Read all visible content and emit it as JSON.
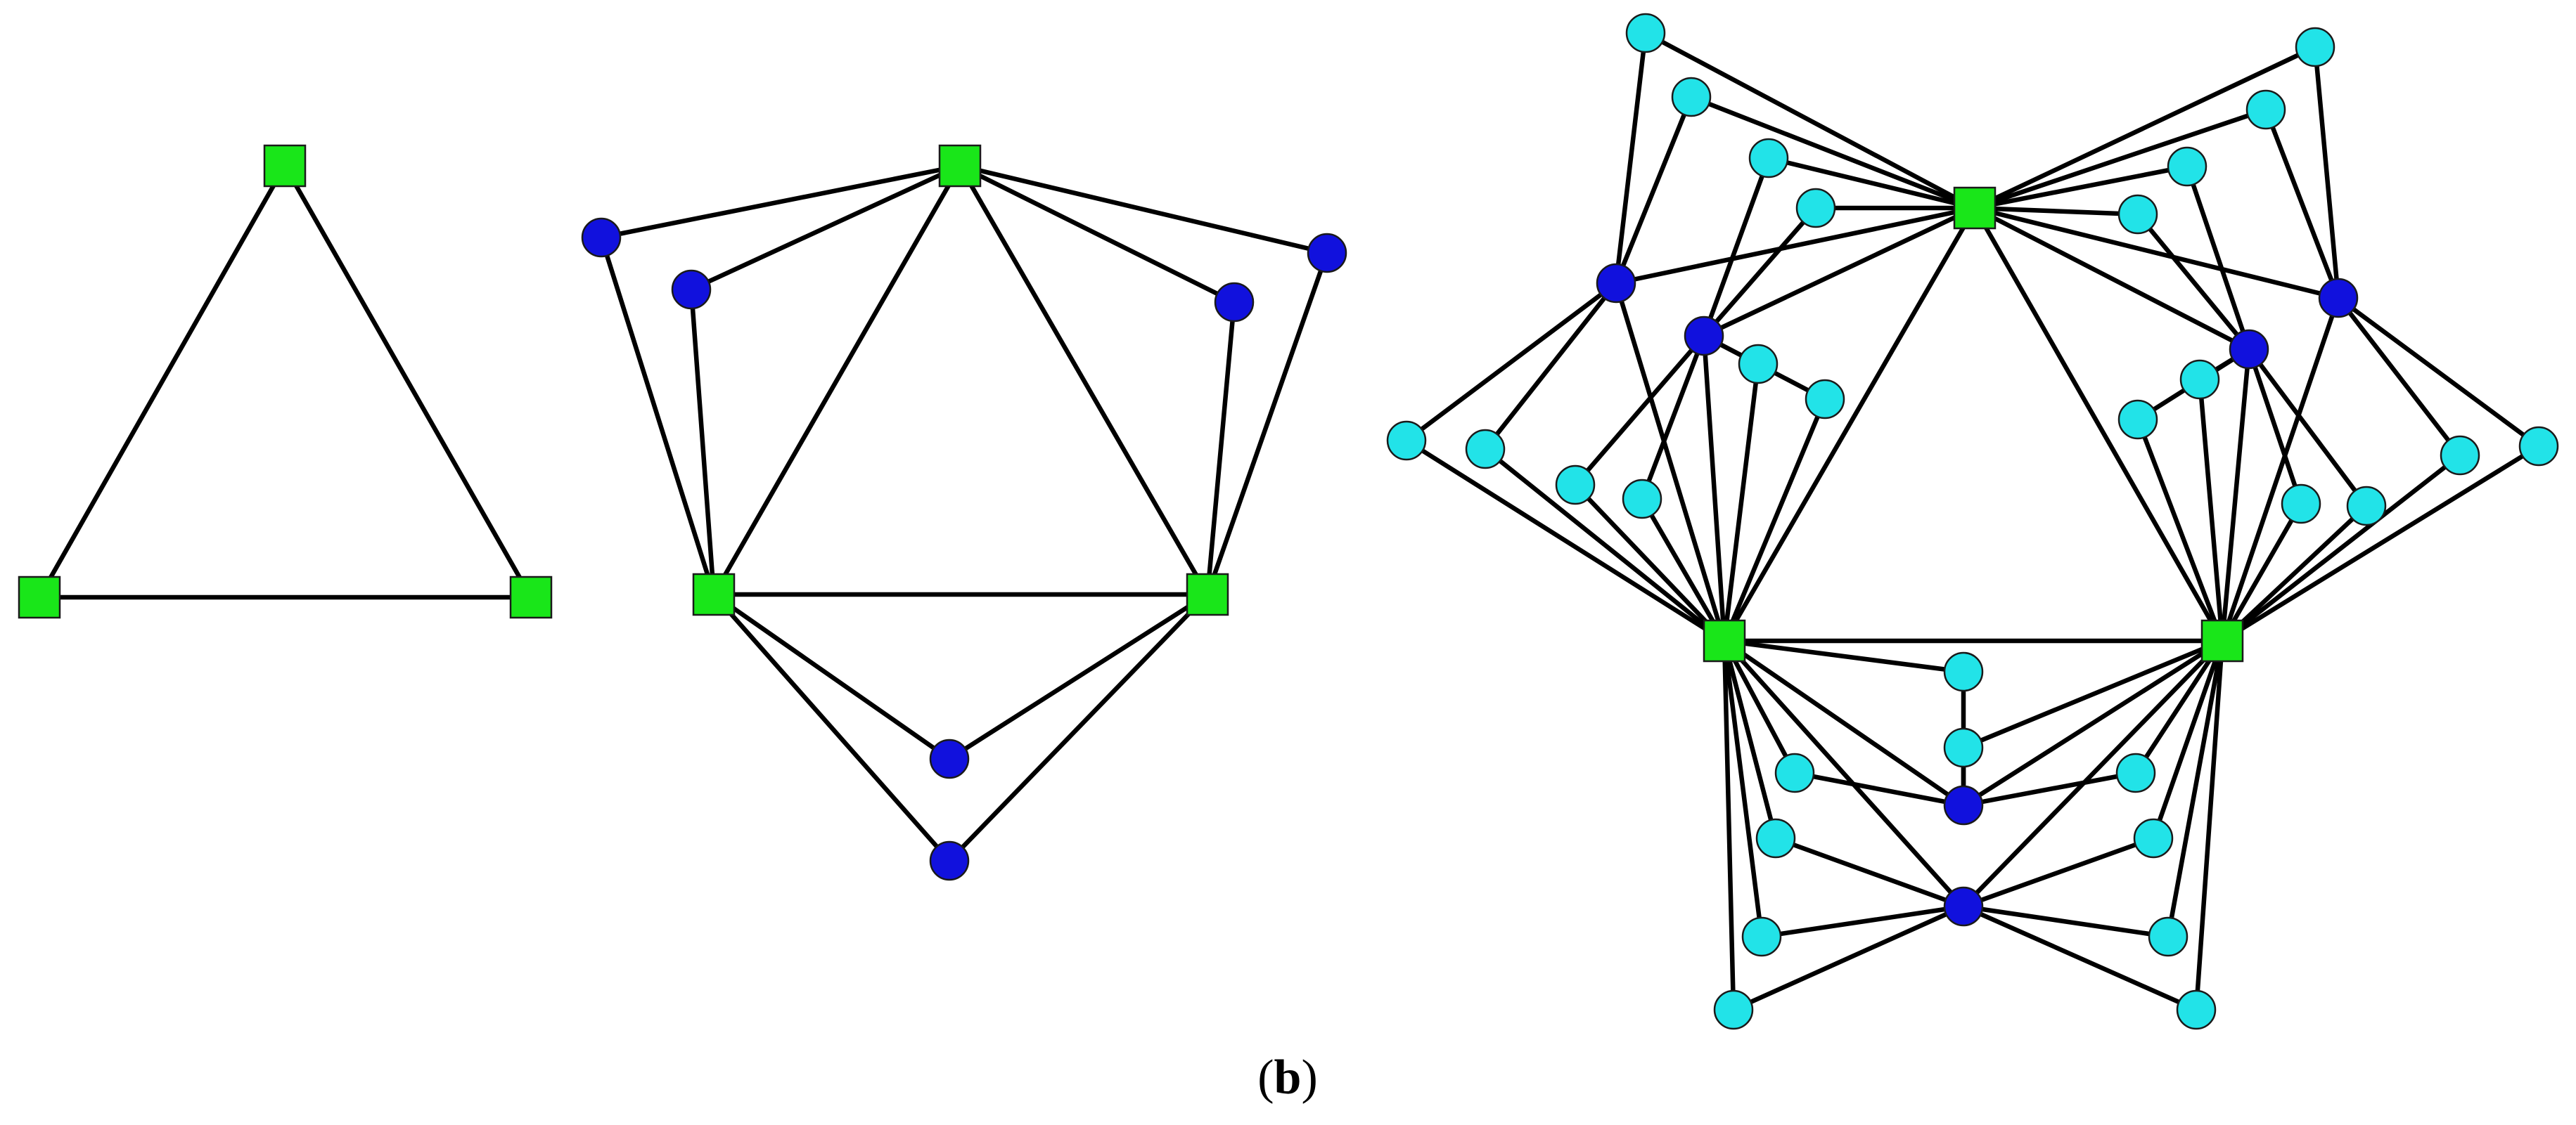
{
  "caption": {
    "open": "(",
    "letter": "b",
    "close": ")"
  },
  "colors": {
    "edge": "#000000",
    "hub_square": "#19e619",
    "level1_circle": "#1111dd",
    "level2_circle": "#22e3e8",
    "node_outline": "#1a1a1a"
  },
  "node_types": [
    "square-hub",
    "circle-level-1",
    "circle-level-2"
  ]
}
